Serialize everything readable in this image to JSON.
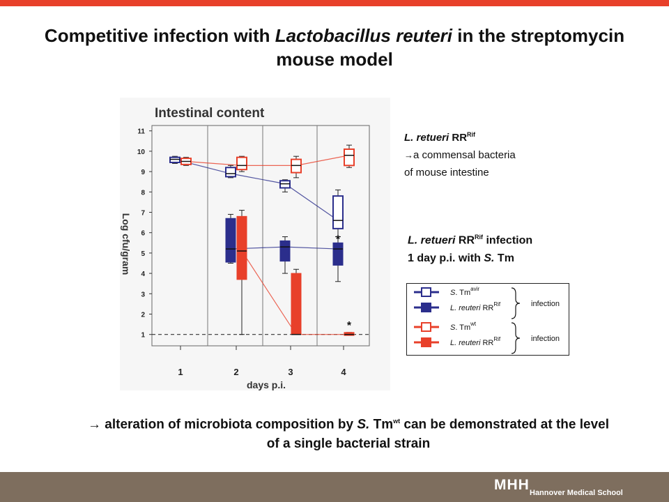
{
  "slide": {
    "title_a": "Competitive infection with ",
    "title_species": "Lactobacillus reuteri",
    "title_b": " in the streptomycin mouse model",
    "conclusion_arrow": "",
    "conclusion_a": " alteration of microbiota composition by ",
    "conclusion_s": "S.",
    "conclusion_b": " Tm",
    "conclusion_sup": "wt",
    "conclusion_c": " can be demonstrated at the level of a single bacterial strain",
    "school": "Hannover Medical School",
    "logo_text": "MHH"
  },
  "note1": {
    "species": "L. retueri",
    "strain": " RR",
    "sup": "Rif",
    "arrow": "",
    "line2": "a commensal bacteria",
    "line3": "of mouse intestine"
  },
  "note2": {
    "species": "L. retueri",
    "strain": " RR",
    "sup": "Rif",
    "suffix": " infection",
    "line2a": "1 day p.i. with ",
    "line2s": "S.",
    "line2b": " Tm"
  },
  "legend": {
    "g1_label": "infection",
    "g2_label": "infection",
    "items": [
      {
        "s": "S",
        "name": ". Tm",
        "sup": "avir",
        "color": "#2b2e8c",
        "filled": false
      },
      {
        "s": "L. reuteri",
        "name": " RR",
        "sup": "Rif",
        "color": "#2b2e8c",
        "filled": true
      },
      {
        "s": "S",
        "name": ". Tm",
        "sup": "wt",
        "color": "#e8402a",
        "filled": false
      },
      {
        "s": "L. reuteri",
        "name": " RR",
        "sup": "Rif",
        "color": "#e8402a",
        "filled": true
      }
    ]
  },
  "chart_data": {
    "type": "box",
    "title": "Intestinal content",
    "xlabel": "days p.i.",
    "ylabel": "Log cfu/gram",
    "categories": [
      "1",
      "2",
      "3",
      "4"
    ],
    "ylim": [
      0.5,
      11
    ],
    "yticks": [
      1,
      2,
      3,
      4,
      5,
      6,
      7,
      8,
      9,
      10,
      11
    ],
    "detection_limit": 1,
    "asterisks": [
      {
        "day": "4",
        "series": "S. Tm avir",
        "text": "*"
      },
      {
        "day": "4",
        "series": "L. reuteri RRRif (wt)",
        "text": "*"
      }
    ],
    "colors": {
      "blue": "#2b2e8c",
      "red": "#e8402a"
    },
    "series": [
      {
        "name": "S. Tm avir",
        "color": "#2b2e8c",
        "filled": false,
        "medians": [
          9.6,
          8.9,
          8.4,
          6.6
        ],
        "boxes": [
          {
            "min": 9.4,
            "q1": 9.45,
            "median": 9.6,
            "q3": 9.7,
            "max": 9.75
          },
          {
            "min": 8.7,
            "q1": 8.75,
            "median": 8.9,
            "q3": 9.2,
            "max": 9.3
          },
          {
            "min": 8.0,
            "q1": 8.2,
            "median": 8.4,
            "q3": 8.55,
            "max": 8.6
          },
          {
            "min": 5.8,
            "q1": 6.2,
            "median": 6.6,
            "q3": 7.8,
            "max": 8.1
          }
        ]
      },
      {
        "name": "S. Tm wt",
        "color": "#e8402a",
        "filled": false,
        "medians": [
          9.5,
          9.3,
          9.3,
          9.8
        ],
        "boxes": [
          {
            "min": 9.3,
            "q1": 9.35,
            "median": 9.5,
            "q3": 9.65,
            "max": 9.7
          },
          {
            "min": 9.0,
            "q1": 9.1,
            "median": 9.3,
            "q3": 9.7,
            "max": 9.75
          },
          {
            "min": 8.7,
            "q1": 8.95,
            "median": 9.3,
            "q3": 9.6,
            "max": 9.75
          },
          {
            "min": 9.2,
            "q1": 9.3,
            "median": 9.8,
            "q3": 10.1,
            "max": 10.3
          }
        ]
      },
      {
        "name": "L. reuteri RRRif (avir infection)",
        "color": "#2b2e8c",
        "filled": true,
        "medians": [
          null,
          5.2,
          5.3,
          5.2
        ],
        "boxes": [
          null,
          {
            "min": 4.5,
            "q1": 4.55,
            "median": 5.2,
            "q3": 6.7,
            "max": 6.9
          },
          {
            "min": 4.0,
            "q1": 4.6,
            "median": 5.3,
            "q3": 5.6,
            "max": 5.8
          },
          {
            "min": 3.6,
            "q1": 4.4,
            "median": 5.2,
            "q3": 5.5,
            "max": 5.8
          }
        ]
      },
      {
        "name": "L. reuteri RRRif (wt infection)",
        "color": "#e8402a",
        "filled": true,
        "medians": [
          null,
          5.1,
          1.0,
          1.0
        ],
        "boxes": [
          null,
          {
            "min": 1.0,
            "q1": 3.7,
            "median": 5.1,
            "q3": 6.8,
            "max": 7.1
          },
          {
            "min": 1.0,
            "q1": 1.0,
            "median": 1.0,
            "q3": 4.0,
            "max": 4.2
          },
          {
            "min": 1.0,
            "q1": 0.95,
            "median": 1.0,
            "q3": 1.1,
            "max": 1.1
          }
        ]
      }
    ]
  }
}
